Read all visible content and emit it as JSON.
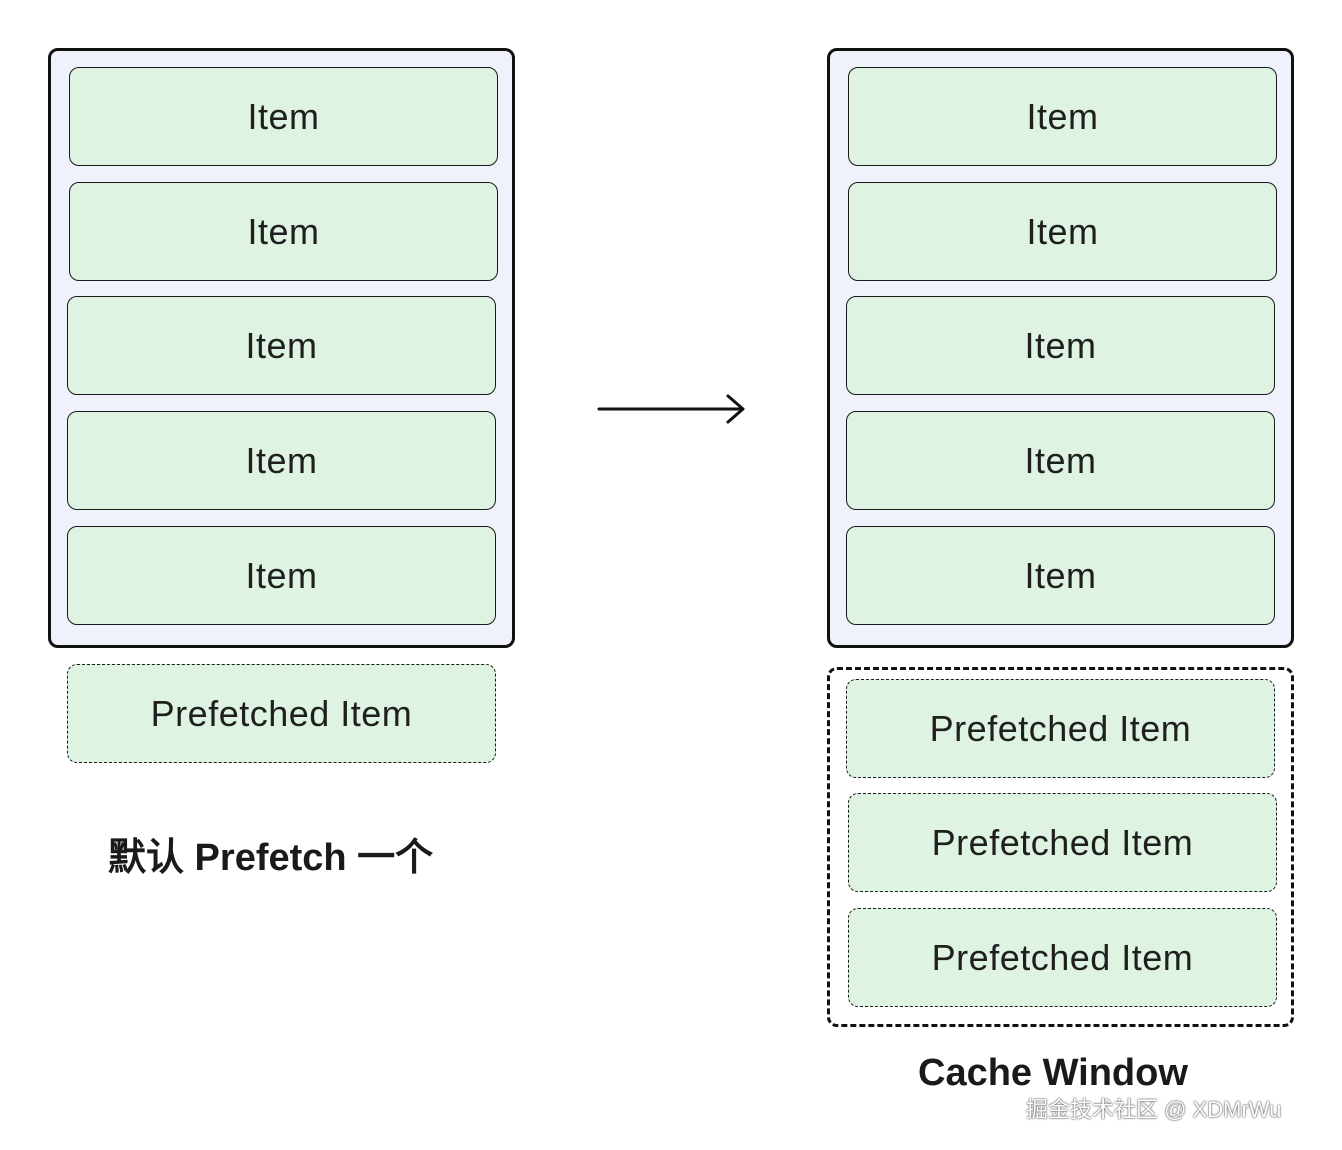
{
  "left_panel": {
    "items": [
      "Item",
      "Item",
      "Item",
      "Item",
      "Item"
    ],
    "prefetched": [
      "Prefetched Item"
    ],
    "caption": "默认 Prefetch 一个"
  },
  "right_panel": {
    "items": [
      "Item",
      "Item",
      "Item",
      "Item",
      "Item"
    ],
    "prefetched": [
      "Prefetched Item",
      "Prefetched Item",
      "Prefetched Item"
    ],
    "caption": "Cache Window"
  },
  "watermark": "掘金技术社区 @ XDMrWu",
  "colors": {
    "item_fill": "#dff3e2",
    "viewport_fill": "#eff2fa",
    "stroke": "#111111"
  }
}
